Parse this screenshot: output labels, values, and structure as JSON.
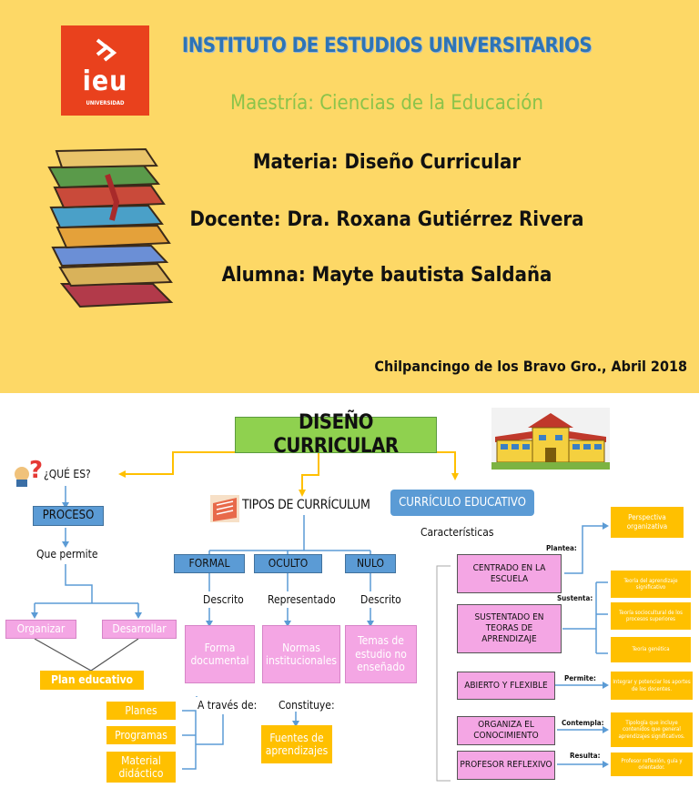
{
  "cover": {
    "logo_text": "ieu",
    "logo_sub": "UNIVERSIDAD",
    "institution": "INSTITUTO DE ESTUDIOS UNIVERSITARIOS",
    "program": "Maestría: Ciencias de la Educación",
    "subject": "Materia: Diseño Curricular",
    "teacher": "Docente: Dra. Roxana Gutiérrez Rivera",
    "student": "Alumna: Mayte bautista Saldaña",
    "place_date": "Chilpancingo de los Bravo Gro., Abril 2018"
  },
  "map": {
    "title": "DISEÑO CURRICULAR",
    "que_es": "¿QUÉ ES?",
    "proceso": "PROCESO",
    "que_permite": "Que permite",
    "organizar": "Organizar",
    "desarrollar": "Desarrollar",
    "plan_educativo": "Plan educativo",
    "planes": "Planes",
    "programas": "Programas",
    "material": "Material didáctico",
    "tipos": "TIPOS DE CURRÍCULUM",
    "formal": "FORMAL",
    "oculto": "OCULTO",
    "nulo": "NULO",
    "descrito1": "Descrito",
    "representado": "Representado",
    "descrito2": "Descrito",
    "forma_documental": "Forma documental",
    "normas": "Normas institucionales",
    "temas": "Temas de estudio no enseñado",
    "a_traves": "A través de:",
    "constituye": "Constituye:",
    "fuentes": "Fuentes de aprendizajes",
    "curriculo_educativo": "CURRÍCULO EDUCATIVO",
    "caracteristicas": "Características",
    "centrado": "CENTRADO EN LA ESCUELA",
    "sustentado": "SUSTENTADO EN TEORAS DE APRENDIZAJE",
    "abierto": "ABIERTO Y FLEXIBLE",
    "organiza": "ORGANIZA EL CONOCIMIENTO",
    "profesor": "PROFESOR REFLEXIVO",
    "plantea": "Plantea:",
    "sustenta": "Sustenta:",
    "permite": "Permite:",
    "contempla": "Contempla:",
    "resulta": "Resulta:",
    "perspectiva": "Perspectiva organizativa",
    "teoria1": "Teoría del aprendizaje significativo",
    "teoria2": "Teoría sociocultural de los procesos superiores",
    "teoria3": "Teoría genética",
    "integrar": "Integrar y potenciar los aportes de los docentes.",
    "tipologia": "Tipología que incluye contenidos que general aprendizajes significativos.",
    "reflexion": "Profesor reflexión, guía y orientador."
  },
  "colors": {
    "cover_bg": "#fdd866",
    "logo": "#e9411d",
    "title_blue": "#2e74b5",
    "green": "#8bc34a",
    "box_blue": "#5b9bd5",
    "box_pink": "#f4a6e4",
    "box_orange": "#ffc000",
    "title_box": "#8fd14f"
  },
  "icons": [
    "books-icon",
    "school-icon",
    "question-mark-icon",
    "book-icon"
  ]
}
